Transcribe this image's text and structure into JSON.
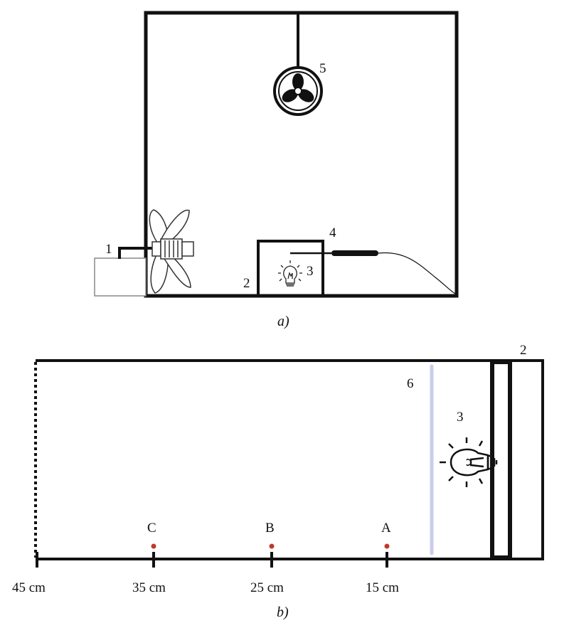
{
  "panel_a": {
    "caption": "a)",
    "labels": {
      "n1": "1",
      "n2": "2",
      "n3": "3",
      "n4": "4",
      "n5": "5"
    }
  },
  "panel_b": {
    "caption": "b)",
    "labels": {
      "n2": "2",
      "n3": "3",
      "n6": "6"
    },
    "points": [
      {
        "name": "A",
        "distance": "15 cm"
      },
      {
        "name": "B",
        "distance": "25 cm"
      },
      {
        "name": "C",
        "distance": "35 cm"
      }
    ],
    "far_end": "45 cm"
  },
  "colors": {
    "line": "#111111",
    "point_marker": "#c0392b",
    "screen_6": "#c9cde8",
    "box_outline": "#888888"
  }
}
